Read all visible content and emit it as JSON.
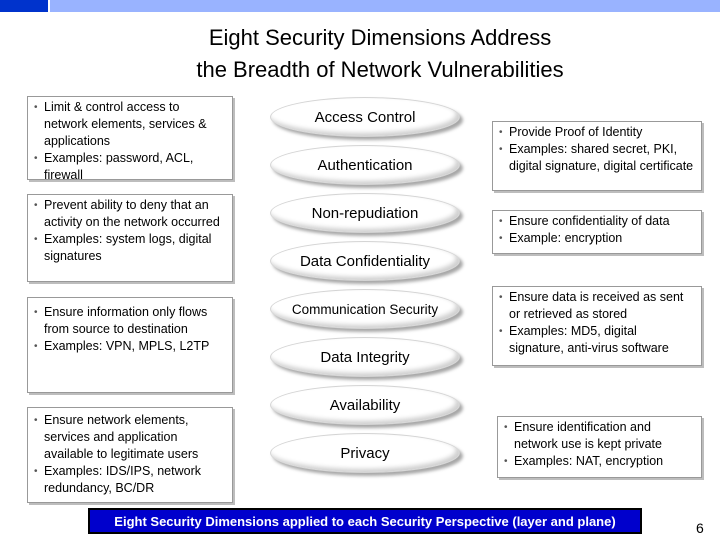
{
  "colors": {
    "top_dark": "#0033cc",
    "top_light": "#99b3ff",
    "footer_bg": "#0000cc"
  },
  "title": {
    "line1": "Eight Security Dimensions Address",
    "line2": "the Breadth of Network Vulnerabilities"
  },
  "left_boxes": [
    [
      "Limit & control access to network elements, services & applications",
      "Examples:  password, ACL, firewall"
    ],
    [
      "Prevent ability to deny that an activity on the network occurred",
      "Examples:  system logs, digital signatures"
    ],
    [
      "Ensure information only flows from source to destination",
      "Examples:  VPN, MPLS, L2TP"
    ],
    [
      "Ensure network elements, services and application available to legitimate users",
      "Examples:  IDS/IPS, network redundancy, BC/DR"
    ]
  ],
  "dimensions": [
    "Access Control",
    "Authentication",
    "Non-repudiation",
    "Data Confidentiality",
    "Communication Security",
    "Data Integrity",
    "Availability",
    "Privacy"
  ],
  "right_boxes": [
    [
      "Provide Proof of Identity",
      "Examples:  shared secret, PKI, digital signature, digital certificate"
    ],
    [
      "Ensure confidentiality of data",
      "Example:  encryption"
    ],
    [
      "Ensure data is received as sent or retrieved as stored",
      "Examples:  MD5, digital signature, anti-virus software"
    ],
    [
      "Ensure identification and network use is kept private",
      "Examples:  NAT, encryption"
    ]
  ],
  "footer": "Eight Security Dimensions applied to each Security Perspective (layer and plane)",
  "page_number": "6"
}
